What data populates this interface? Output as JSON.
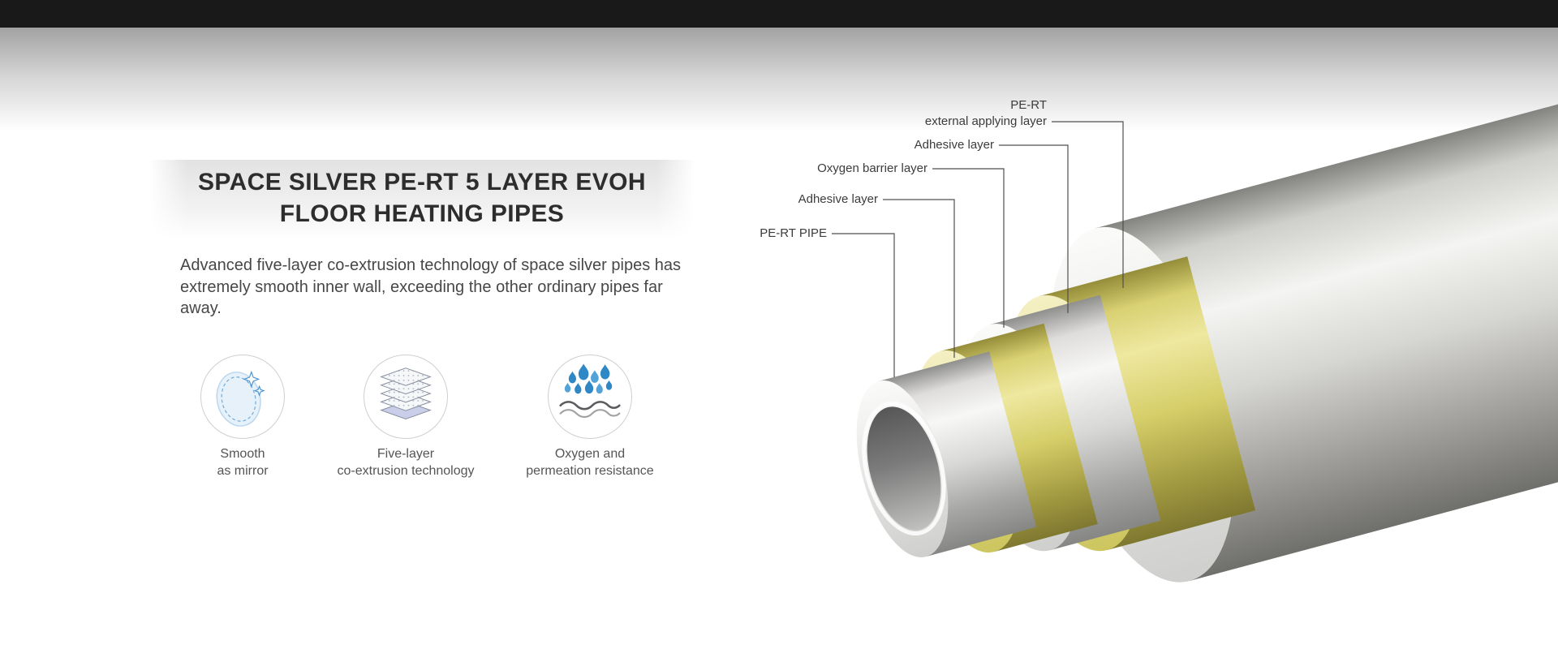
{
  "hero": {
    "title_line1": "SPACE SILVER PE-RT 5 LAYER EVOH",
    "title_line2": "FLOOR HEATING PIPES",
    "description": "Advanced five-layer co-extrusion technology of space silver pipes has extremely smooth inner wall, exceeding the other ordinary pipes far away."
  },
  "features": [
    {
      "icon": "mirror-oval-icon",
      "label": "Smooth\nas mirror"
    },
    {
      "icon": "layer-stack-icon",
      "label": "Five-layer\nco-extrusion technology"
    },
    {
      "icon": "water-drops-icon",
      "label": "Oxygen and\npermeation resistance"
    }
  ],
  "pipe_diagram": {
    "labels": [
      "PE-RT\nexternal applying layer",
      "Adhesive layer",
      "Oxygen barrier layer",
      "Adhesive layer",
      "PE-RT PIPE"
    ],
    "colors": {
      "pipe_silver": "#c9c9c7",
      "adhesive_yellow": "#d6ce69",
      "drop_blue": "#2f87c6",
      "top_bar": "#191919"
    }
  }
}
